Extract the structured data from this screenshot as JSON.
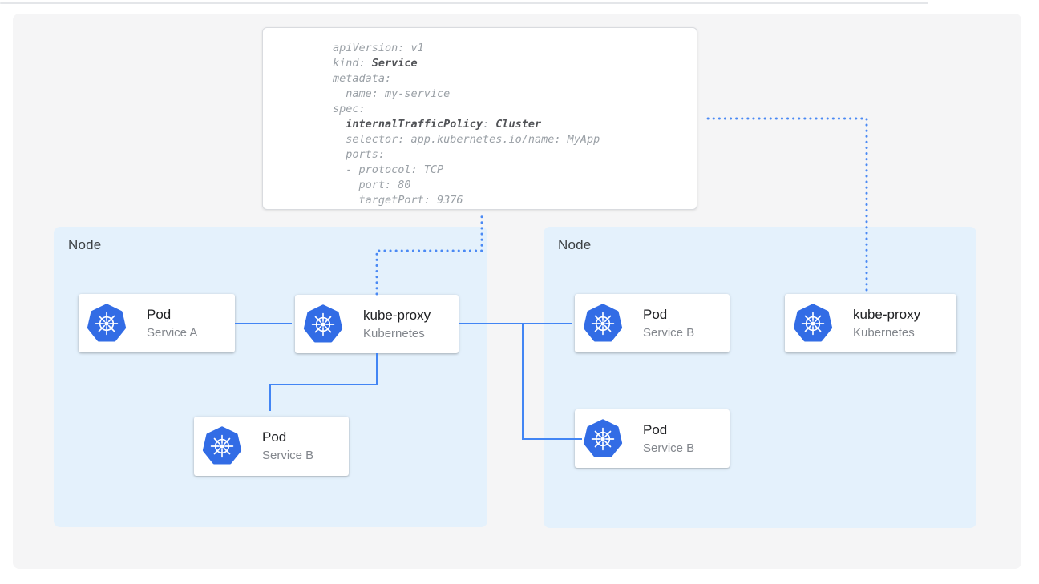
{
  "diagram": {
    "description": "Kubernetes Service internal traffic policy diagram",
    "yaml_card": {
      "lines": [
        [
          {
            "t": "apiVersion: v1"
          }
        ],
        [
          {
            "t": "kind: "
          },
          {
            "t": "Service",
            "b": true
          }
        ],
        [
          {
            "t": "metadata:"
          }
        ],
        [
          {
            "t": "  name: my-service"
          }
        ],
        [
          {
            "t": "spec:"
          }
        ],
        [
          {
            "t": "  "
          },
          {
            "t": "internalTrafficPolicy",
            "b": true
          },
          {
            "t": ": "
          },
          {
            "t": "Cluster",
            "b": true
          }
        ],
        [
          {
            "t": "  selector: app.kubernetes.io/name: MyApp"
          }
        ],
        [
          {
            "t": "  ports:"
          }
        ],
        [
          {
            "t": "  - protocol: TCP"
          }
        ],
        [
          {
            "t": "    port: 80"
          }
        ],
        [
          {
            "t": "    targetPort: 9376"
          }
        ]
      ]
    },
    "nodes": {
      "left": {
        "label": "Node"
      },
      "right": {
        "label": "Node"
      }
    },
    "cards": {
      "pod_a": {
        "title": "Pod",
        "subtitle": "Service A"
      },
      "kube_proxy_left": {
        "title": "kube-proxy",
        "subtitle": "Kubernetes"
      },
      "pod_b_left": {
        "title": "Pod",
        "subtitle": "Service B"
      },
      "pod_b_right_top": {
        "title": "Pod",
        "subtitle": "Service B"
      },
      "pod_b_right_bottom": {
        "title": "Pod",
        "subtitle": "Service B"
      },
      "kube_proxy_right": {
        "title": "kube-proxy",
        "subtitle": "Kubernetes"
      }
    },
    "icons": {
      "kubernetes": "kubernetes-helm-wheel"
    },
    "connections": [
      {
        "from": "pod-service-a",
        "to": "kube-proxy-left",
        "style": "solid"
      },
      {
        "from": "kube-proxy-left",
        "to": "pod-service-b-left",
        "style": "solid"
      },
      {
        "from": "kube-proxy-left",
        "to": "pod-service-b-right-top",
        "style": "solid"
      },
      {
        "from": "kube-proxy-left",
        "to": "pod-service-b-right-bottom",
        "style": "solid"
      },
      {
        "from": "kube-proxy-left",
        "to": "service-yaml",
        "style": "dotted"
      },
      {
        "from": "kube-proxy-right",
        "to": "service-yaml",
        "style": "dotted"
      }
    ],
    "colors": {
      "canvas_bg": "#f5f5f6",
      "node_bg": "#e4f1fc",
      "arrow_blue": "#4285f4",
      "kubernetes_icon_blue": "#326ce5",
      "code_muted": "#9aa0a6",
      "code_bold": "#515357",
      "card_title": "#202124",
      "card_subtitle": "#82868c",
      "node_label": "#3c4043"
    }
  }
}
